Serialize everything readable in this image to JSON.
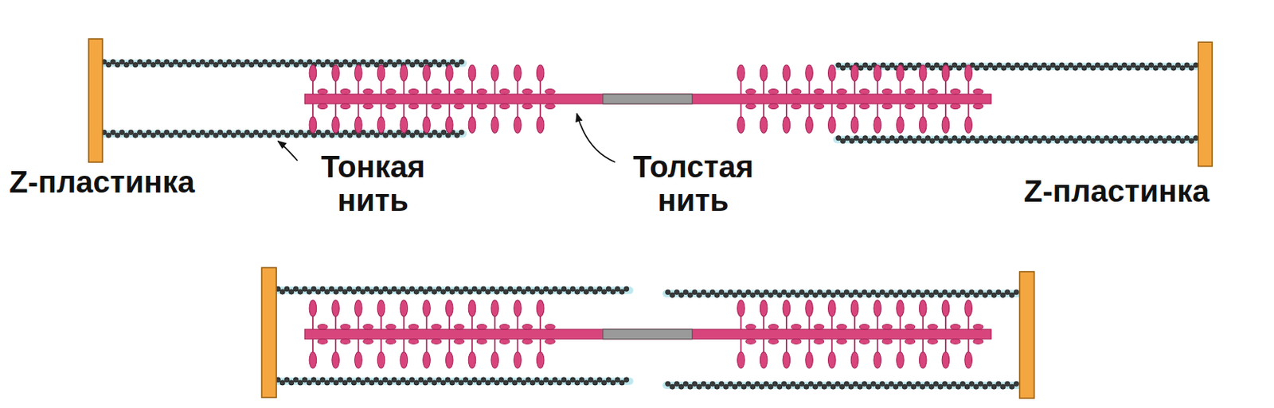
{
  "diagram": {
    "labels": [
      "Z-пластинка",
      "Тонкая нить",
      "Толстая нить",
      "Z-пластинка"
    ]
  }
}
